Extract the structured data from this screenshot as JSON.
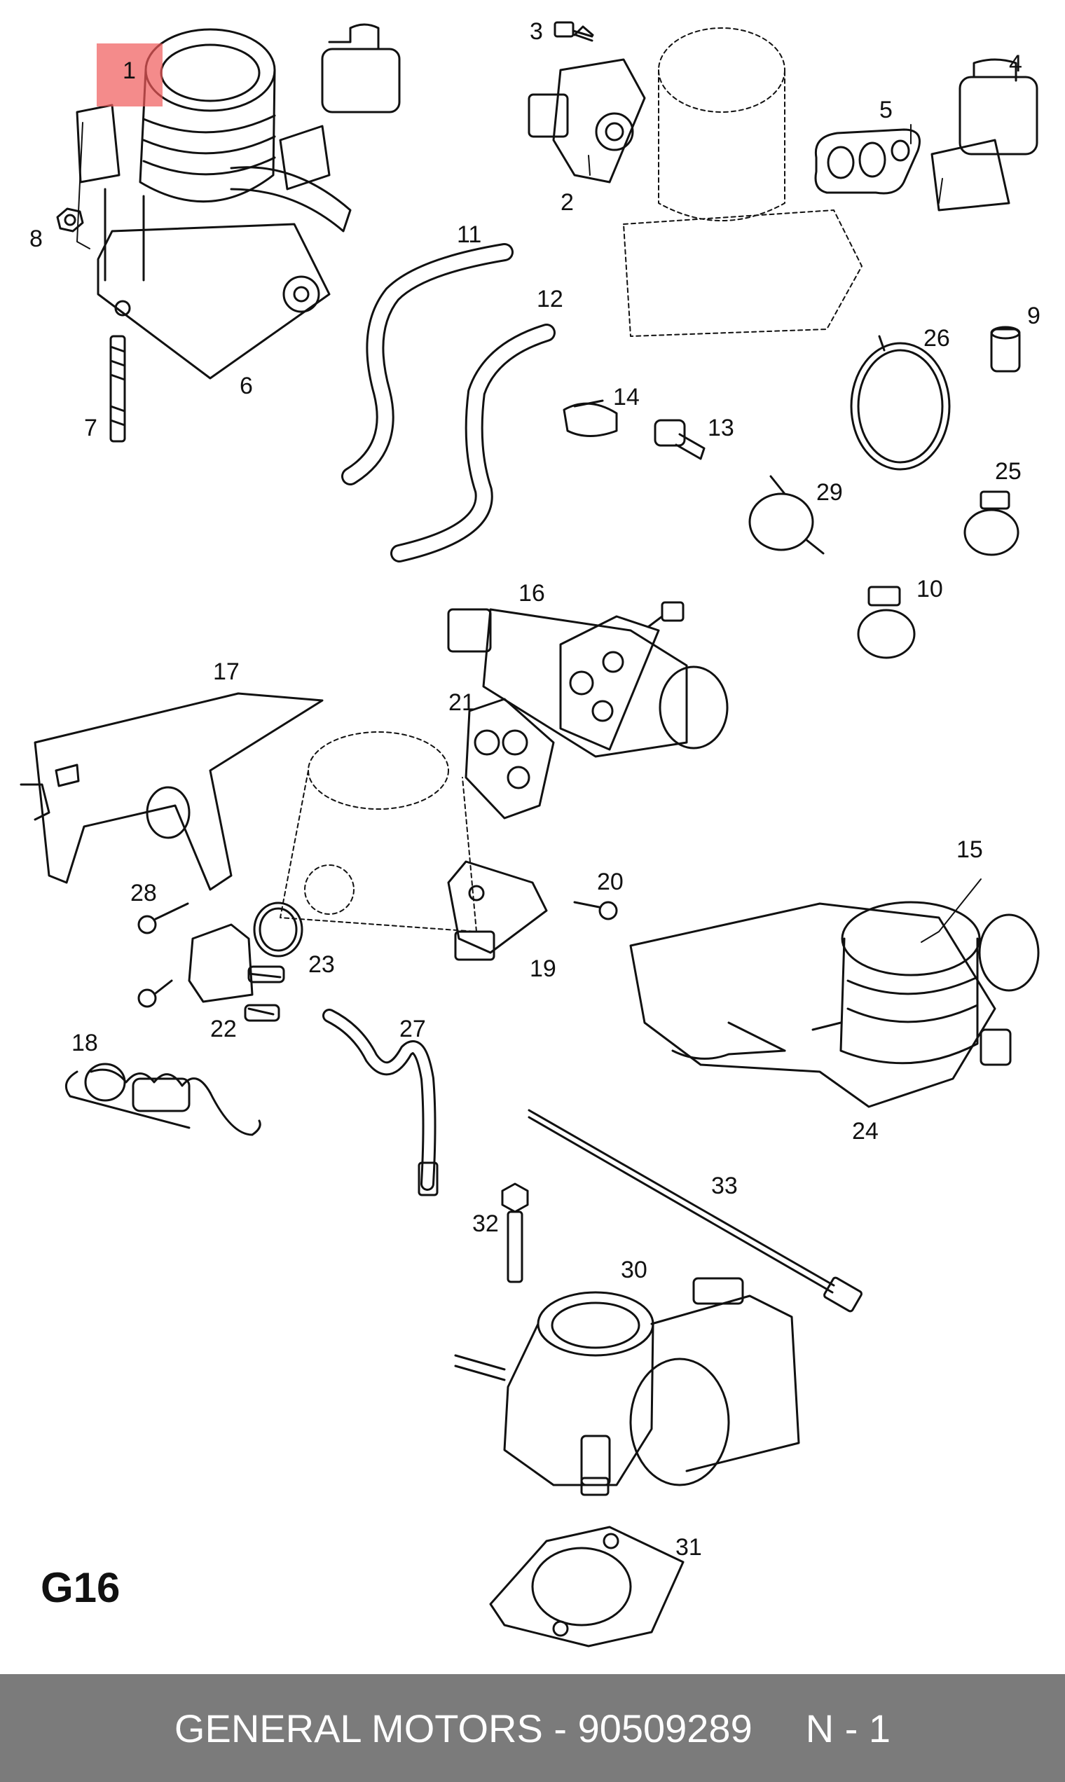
{
  "diagram": {
    "section_code": "G16",
    "highlighted_callout": "1",
    "highlight_color": "#f05a5a",
    "callouts": [
      "1",
      "2",
      "3",
      "4",
      "5",
      "6",
      "7",
      "8",
      "9",
      "10",
      "11",
      "12",
      "13",
      "14",
      "15",
      "16",
      "17",
      "18",
      "19",
      "20",
      "21",
      "22",
      "23",
      "24",
      "25",
      "26",
      "27",
      "28",
      "29",
      "30",
      "31",
      "32",
      "33"
    ]
  },
  "footer": {
    "brand_text": "GENERAL MOTORS - 90509289",
    "page_text": "N - 1",
    "background": "#7b7b7b"
  }
}
